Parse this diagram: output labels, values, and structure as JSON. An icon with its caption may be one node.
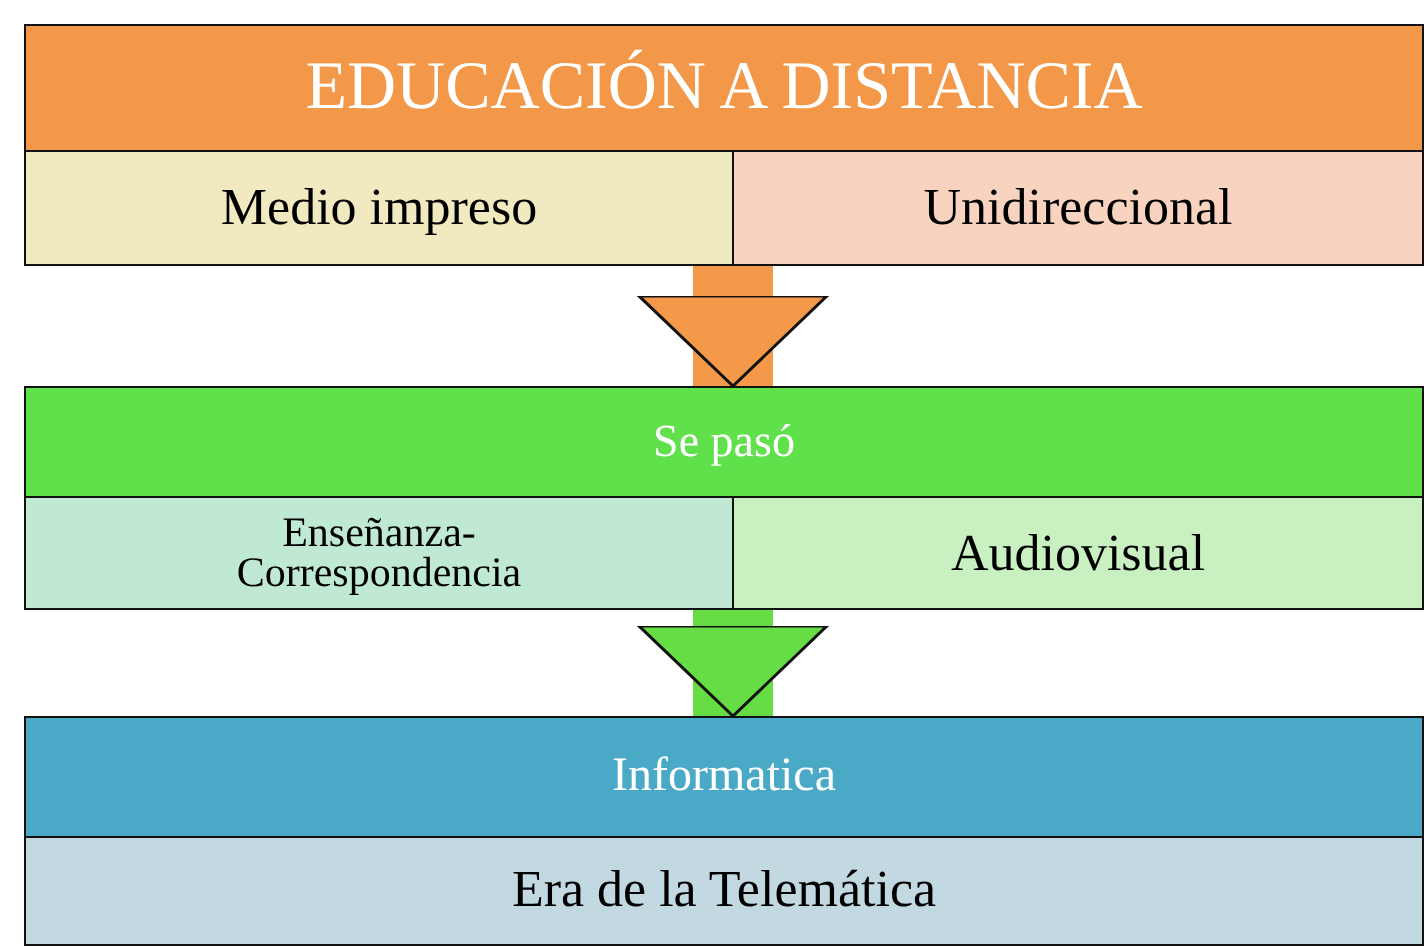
{
  "diagram": {
    "nodes": [
      {
        "text": [
          "EDUCACIÓN A DISTANCIA"
        ]
      },
      {
        "text": [
          "Medio impreso"
        ]
      },
      {
        "text": [
          "Unidireccional"
        ]
      },
      {
        "text": [
          "Se pasó"
        ]
      },
      {
        "text": [
          "Enseñanza-Correspondencia"
        ]
      },
      {
        "text": [
          "Audiovisual"
        ]
      },
      {
        "text": [
          "Informatica"
        ]
      },
      {
        "text": [
          "Era de la Telemática"
        ]
      }
    ],
    "edges": [
      {
        "from": 1,
        "to": 3,
        "arrow": "to",
        "color": "#f4994a"
      },
      {
        "from": 4,
        "to": 6,
        "arrow": "to",
        "color": "#66dd44"
      }
    ]
  }
}
